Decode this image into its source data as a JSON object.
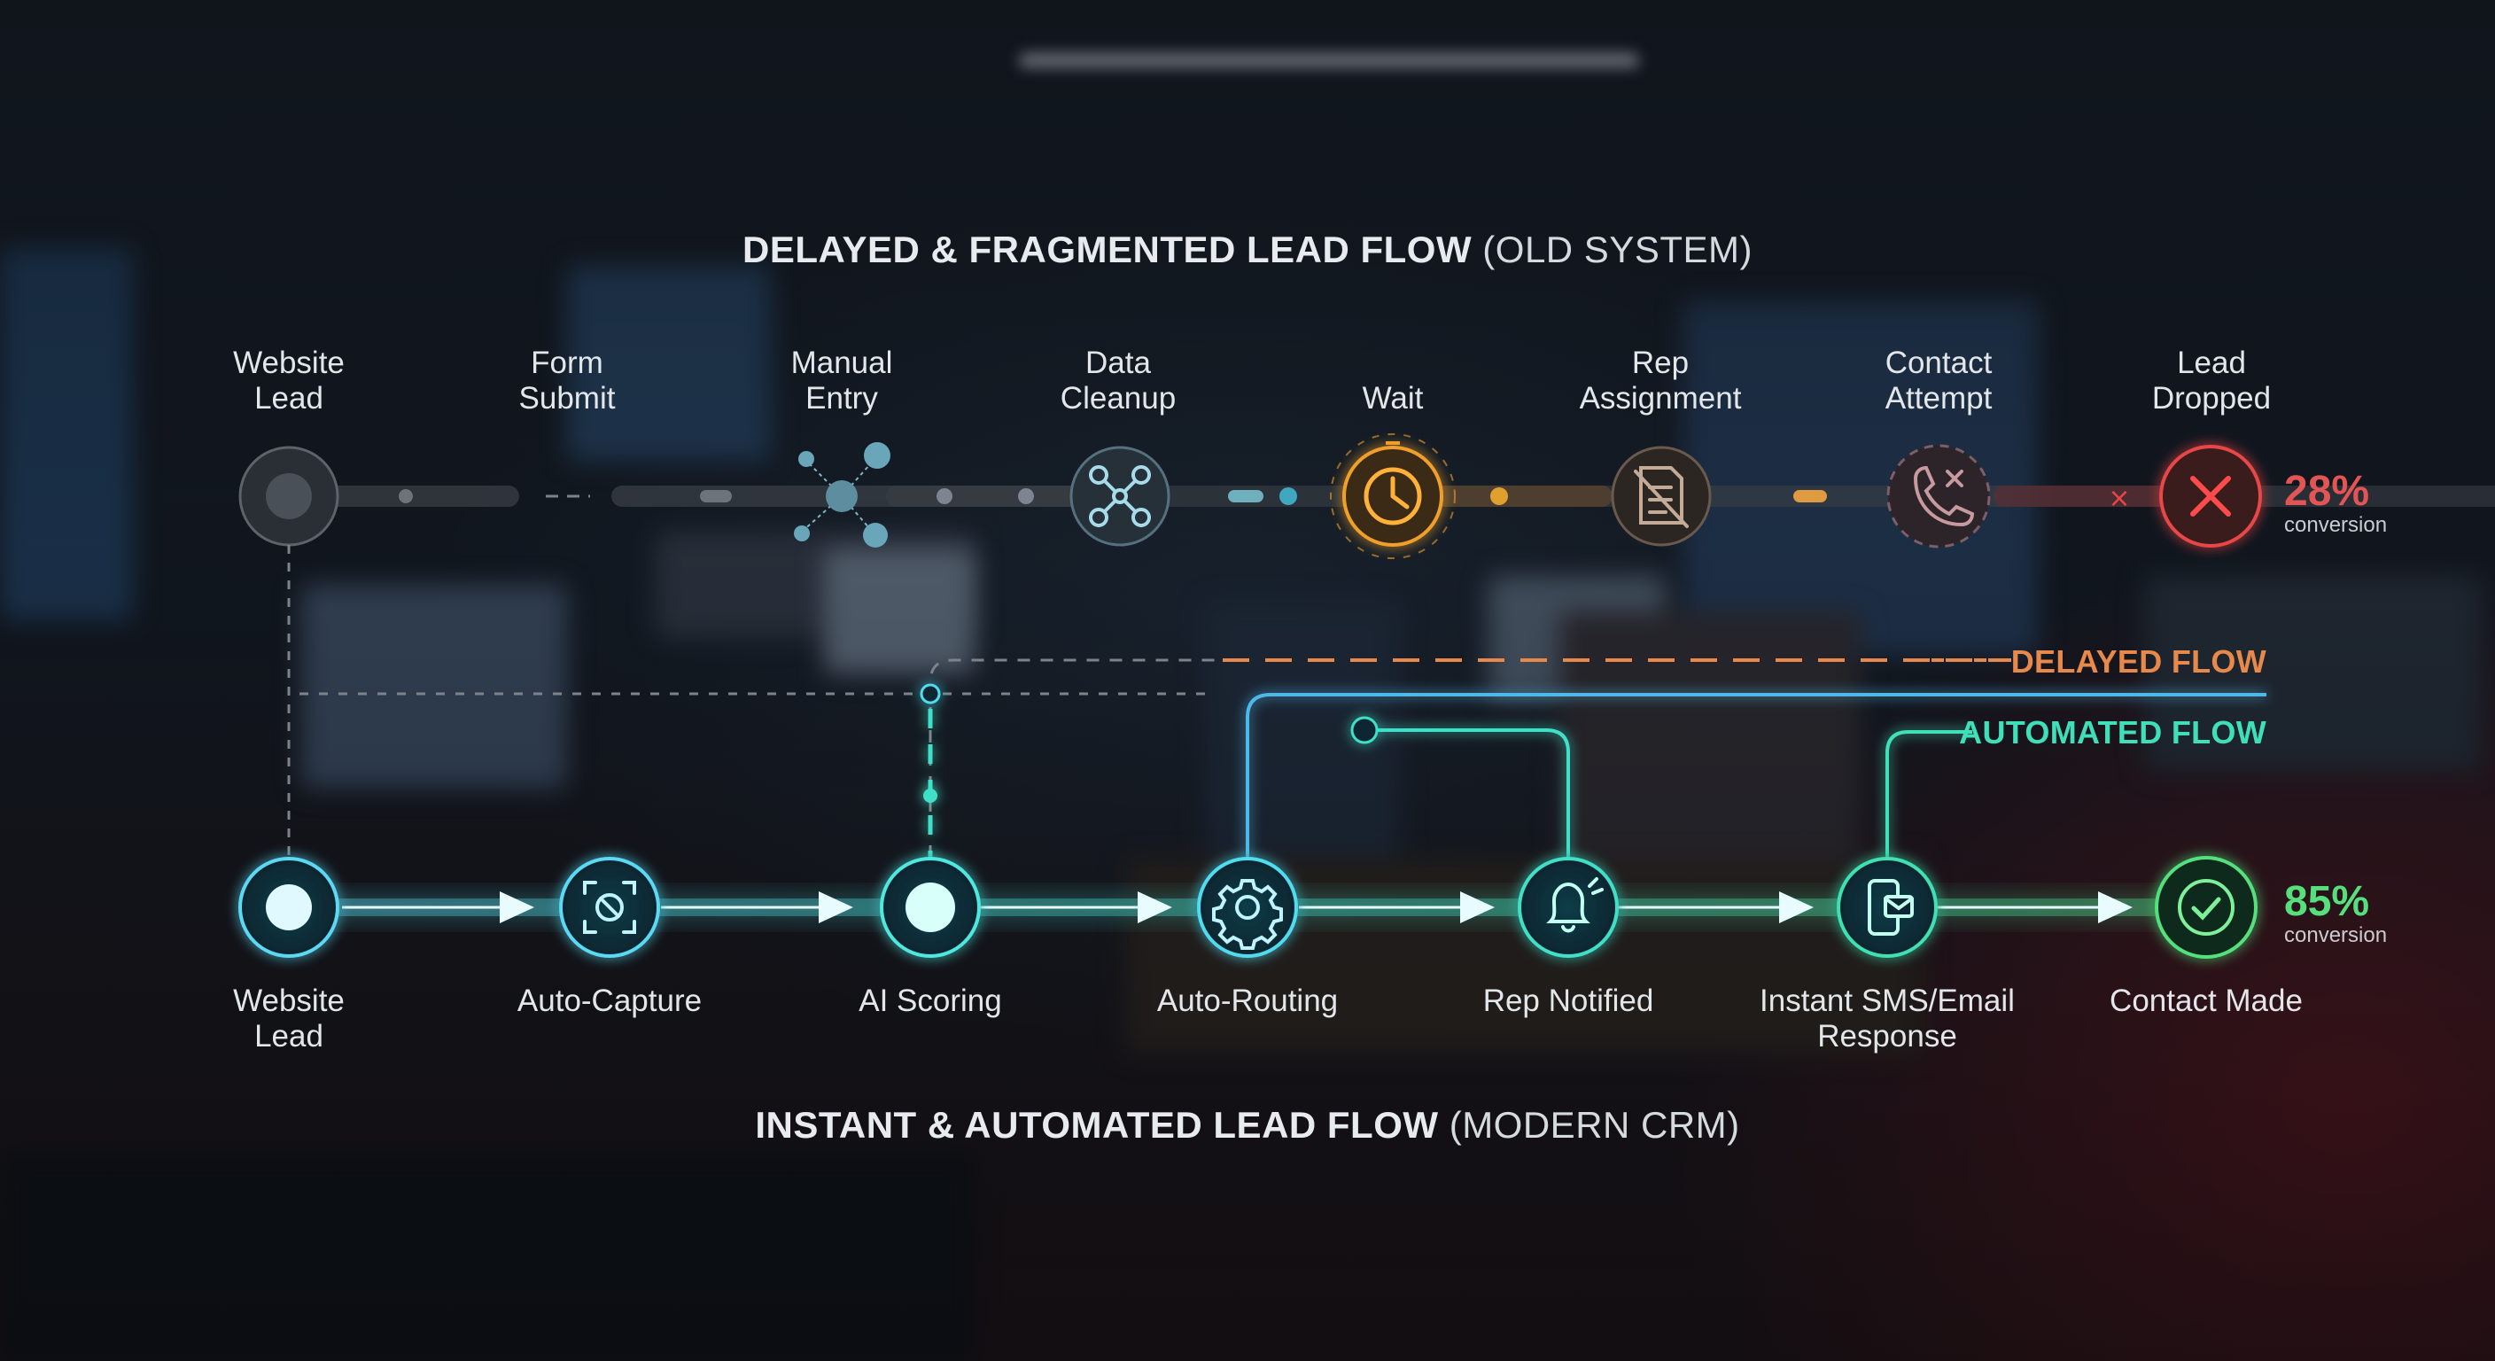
{
  "old_flow": {
    "title_bold": "DELAYED & FRAGMENTED LEAD FLOW",
    "title_rest": "(OLD SYSTEM)",
    "stages": [
      {
        "label": "Website\nLead",
        "icon": "dot-icon"
      },
      {
        "label": "Form\nSubmit",
        "icon": "none"
      },
      {
        "label": "Manual\nEntry",
        "icon": "scatter-nodes-icon"
      },
      {
        "label": "Data\nCleanup",
        "icon": "network-icon"
      },
      {
        "label": "Wait",
        "icon": "clock-icon"
      },
      {
        "label": "Rep\nAssignment",
        "icon": "document-crossed-icon"
      },
      {
        "label": "Contact\nAttempt",
        "icon": "phone-failed-icon"
      },
      {
        "label": "Lead\nDropped",
        "icon": "x-icon"
      }
    ],
    "conversion": {
      "value": "28%",
      "caption": "conversion"
    }
  },
  "new_flow": {
    "title_bold": "INSTANT & AUTOMATED LEAD FLOW",
    "title_rest": "(MODERN CRM)",
    "stages": [
      {
        "label": "Website\nLead",
        "icon": "dot-icon"
      },
      {
        "label": "Auto-Capture",
        "icon": "capture-icon"
      },
      {
        "label": "AI Scoring",
        "icon": "glow-dot-icon"
      },
      {
        "label": "Auto-Routing",
        "icon": "gear-icon"
      },
      {
        "label": "Rep Notified",
        "icon": "bell-icon"
      },
      {
        "label": "Instant SMS/Email\nResponse",
        "icon": "phone-mail-icon"
      },
      {
        "label": "Contact Made",
        "icon": "check-icon"
      }
    ],
    "conversion": {
      "value": "85%",
      "caption": "conversion"
    }
  },
  "legend": {
    "delayed": "DELAYED FLOW",
    "automated": "AUTOMATED FLOW"
  },
  "colors": {
    "old_line": "#5a5f66",
    "wait_accent": "#f0a02a",
    "delayed": "#e6894a",
    "dropped": "#e84646",
    "automated": "#3fe0b9",
    "new_line": "#4fdcef",
    "success": "#56e07d"
  }
}
